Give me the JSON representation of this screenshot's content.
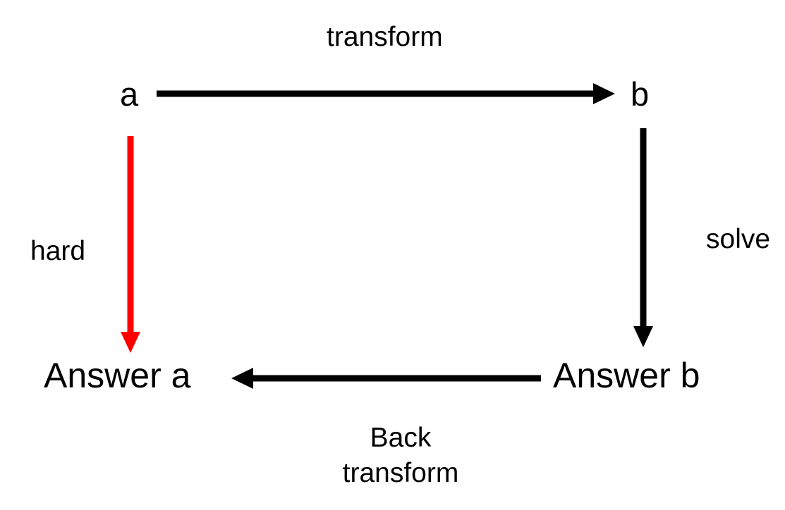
{
  "diagram": {
    "title": "Transform-solve-back-transform commutative diagram",
    "background_color": "#FFFFFF",
    "nodes": [
      {
        "id": "a",
        "label": "a",
        "position": "top-left"
      },
      {
        "id": "b",
        "label": "b",
        "position": "top-right"
      },
      {
        "id": "answer_a",
        "label": "Answer a",
        "position": "bottom-left"
      },
      {
        "id": "answer_b",
        "label": "Answer b",
        "position": "bottom-right"
      }
    ],
    "edges": [
      {
        "id": "transform",
        "label": "transform",
        "from": "a",
        "to": "b",
        "direction": "right",
        "color": "#000000"
      },
      {
        "id": "hard",
        "label": "hard",
        "from": "a",
        "to": "answer_a",
        "direction": "down",
        "color": "#FF0000"
      },
      {
        "id": "solve",
        "label": "solve",
        "from": "b",
        "to": "answer_b",
        "direction": "down",
        "color": "#000000"
      },
      {
        "id": "back_transform",
        "label": "Back\ntransform",
        "label_line1": "Back",
        "label_line2": "transform",
        "from": "answer_b",
        "to": "answer_a",
        "direction": "left",
        "color": "#000000"
      }
    ],
    "colors": {
      "default_stroke": "#000000",
      "highlight_stroke": "#FF0000",
      "text": "#000000",
      "background": "#FFFFFF"
    }
  }
}
